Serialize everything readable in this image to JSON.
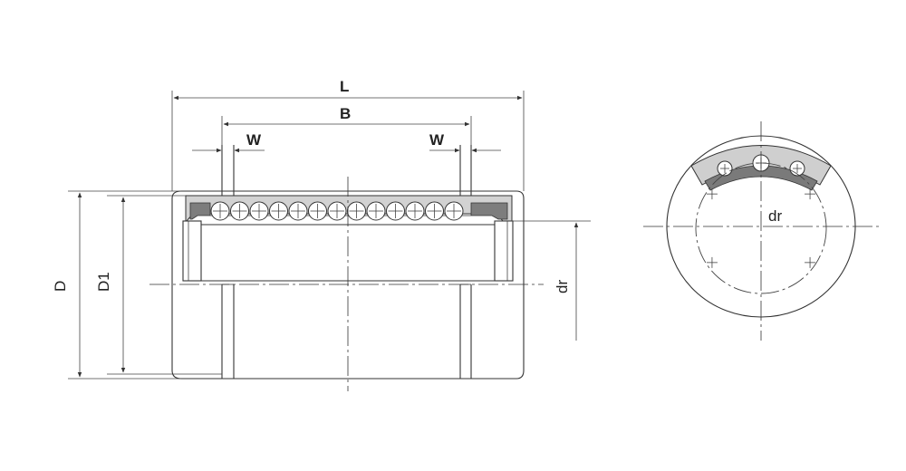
{
  "labels": {
    "L": "L",
    "B": "B",
    "W_left": "W",
    "W_right": "W",
    "D": "D",
    "D1": "D1",
    "dr_side": "dr",
    "dr_end": "dr"
  },
  "colors": {
    "line": "#333333",
    "retainer_fill": "#cfcfcf",
    "retainer_dark": "#7a7a7a",
    "ball_fill": "#ffffff"
  }
}
